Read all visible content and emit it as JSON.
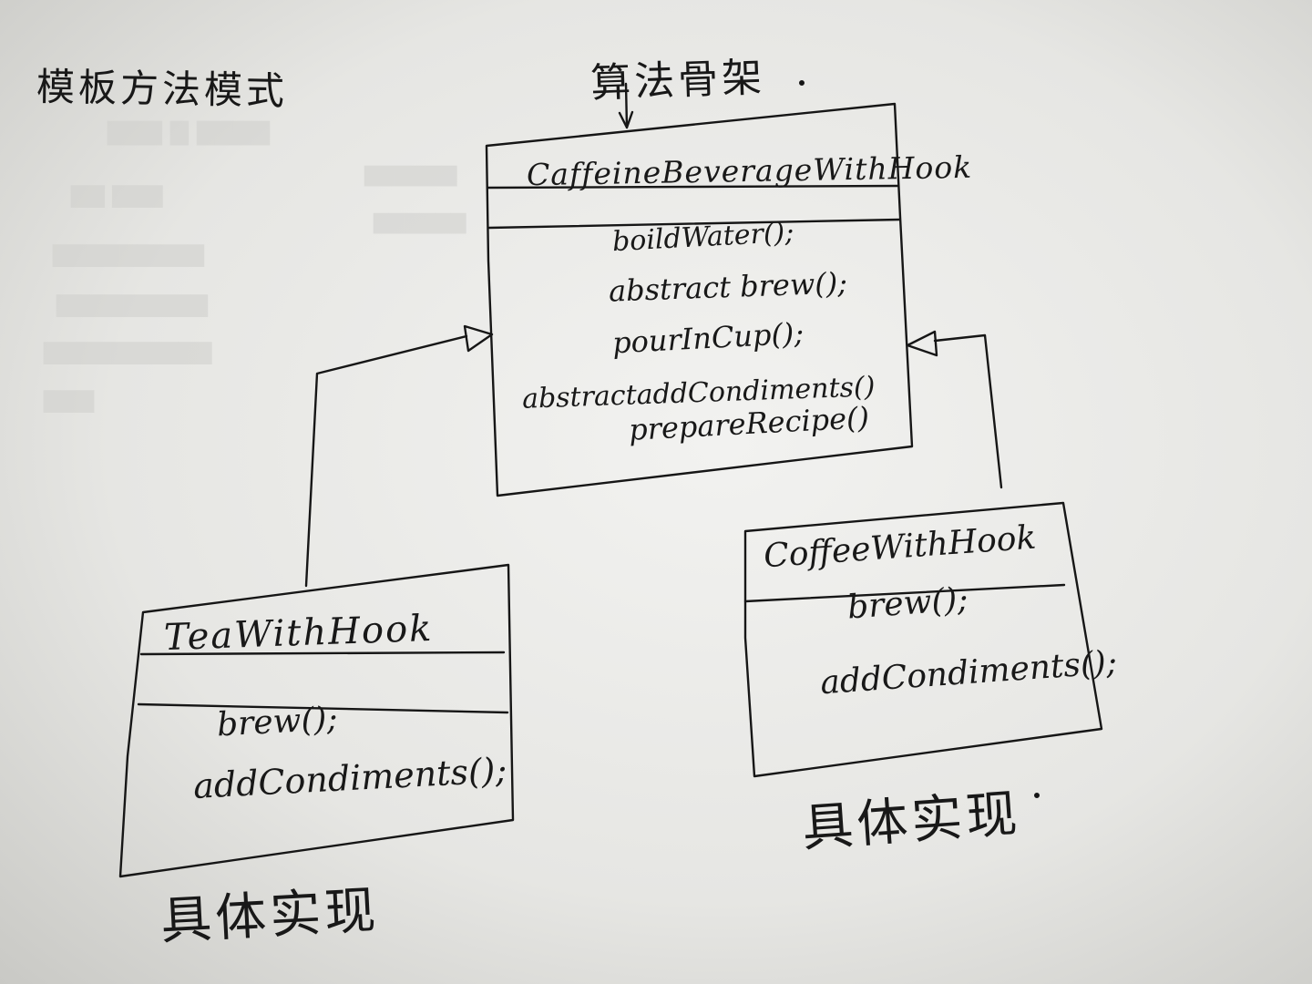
{
  "title": "模板方法模式",
  "skeleton_label": "算法骨架",
  "abstract_class": {
    "name": "CaffeineBeverageWithHook",
    "methods": [
      "boildWater();",
      "abstract brew();",
      "pourInCup();",
      "abstractaddCondiments()",
      "prepareRecipe()"
    ]
  },
  "tea_class": {
    "name": "TeaWithHook",
    "methods": [
      "brew();",
      "addCondiments();"
    ],
    "caption": "具体实现"
  },
  "coffee_class": {
    "name": "CoffeeWithHook",
    "methods": [
      "brew();",
      "addCondiments();"
    ],
    "caption": "具体实现"
  },
  "ink_color": "#161616",
  "paper_color": "#ececea"
}
